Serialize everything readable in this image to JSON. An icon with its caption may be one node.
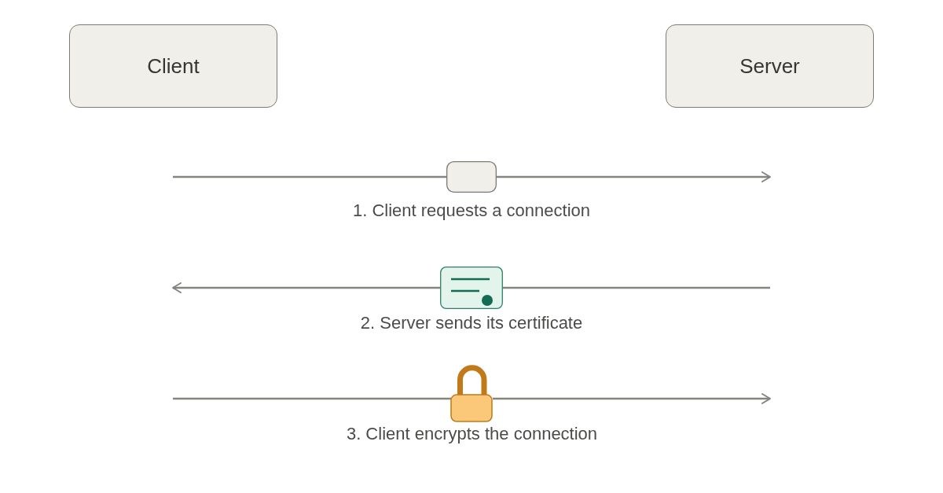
{
  "diagram": {
    "nodes": [
      {
        "text": [
          "Client"
        ]
      },
      {
        "text": [
          "Server"
        ]
      },
      {
        "text": [],
        "shape": "box",
        "beside": [
          "1. Client requests a connection"
        ]
      },
      {
        "text": [],
        "shape": "picture",
        "beside": [
          "2. Server sends its certificate"
        ]
      },
      {
        "text": [],
        "shape": "picture",
        "beside": [
          "3. Client encrypts the connection"
        ]
      }
    ],
    "edges": [
      {
        "from": null,
        "to": 2,
        "arrow": "none"
      },
      {
        "from": 2,
        "to": null,
        "arrow": "to"
      },
      {
        "from": null,
        "to": 3,
        "arrow": "none"
      },
      {
        "from": 3,
        "to": null,
        "arrow": "to"
      },
      {
        "from": null,
        "to": 4,
        "arrow": "none"
      },
      {
        "from": 4,
        "to": null,
        "arrow": "to"
      }
    ]
  }
}
